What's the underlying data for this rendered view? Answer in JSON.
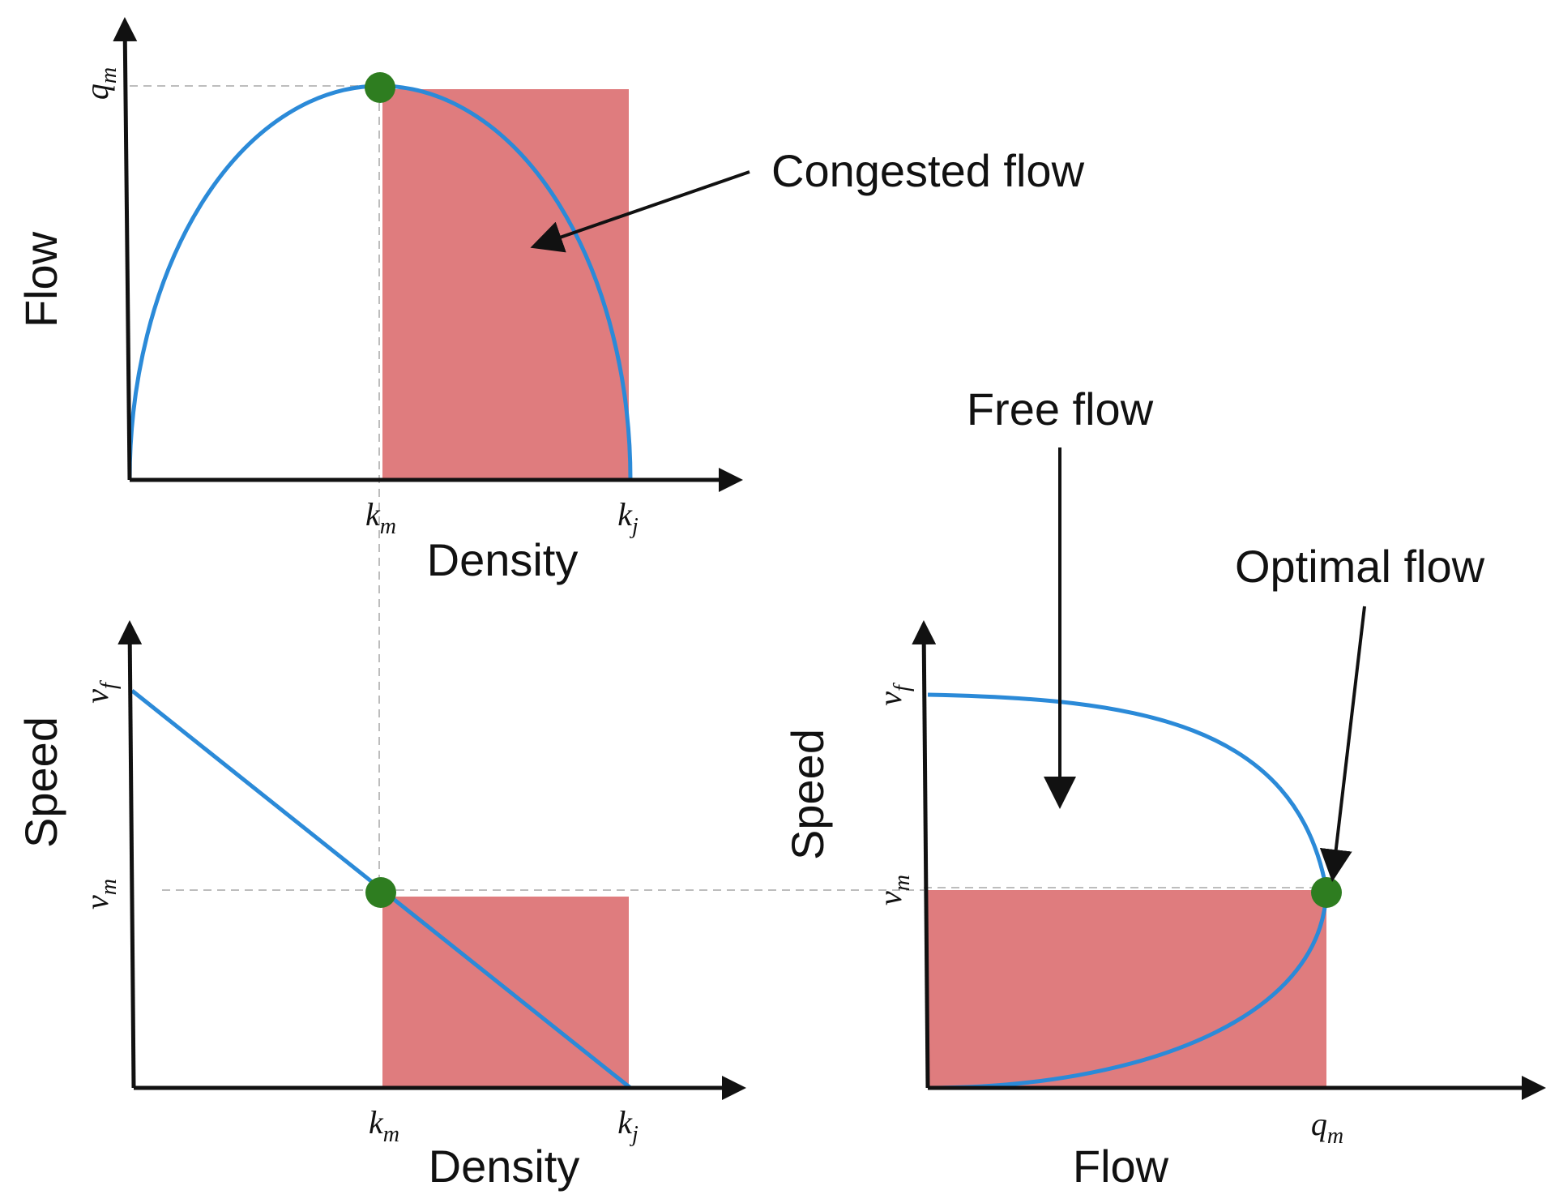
{
  "colors": {
    "curve": "#2b8ad8",
    "region": "#df7c7e",
    "point": "#2e7d20",
    "axis": "#111111"
  },
  "annotations": {
    "congested": "Congested flow",
    "free": "Free flow",
    "optimal": "Optimal flow"
  },
  "panels": {
    "flow_density": {
      "ylabel": "Flow",
      "xlabel": "Density",
      "y_tick": "qm",
      "x_ticks": [
        "km",
        "kj"
      ]
    },
    "speed_density": {
      "ylabel": "Speed",
      "xlabel": "Density",
      "y_ticks": [
        "vf",
        "vm"
      ],
      "x_ticks": [
        "km",
        "kj"
      ]
    },
    "speed_flow": {
      "ylabel": "Speed",
      "xlabel": "Flow",
      "y_ticks": [
        "vf",
        "vm"
      ],
      "x_tick": "qm"
    }
  }
}
